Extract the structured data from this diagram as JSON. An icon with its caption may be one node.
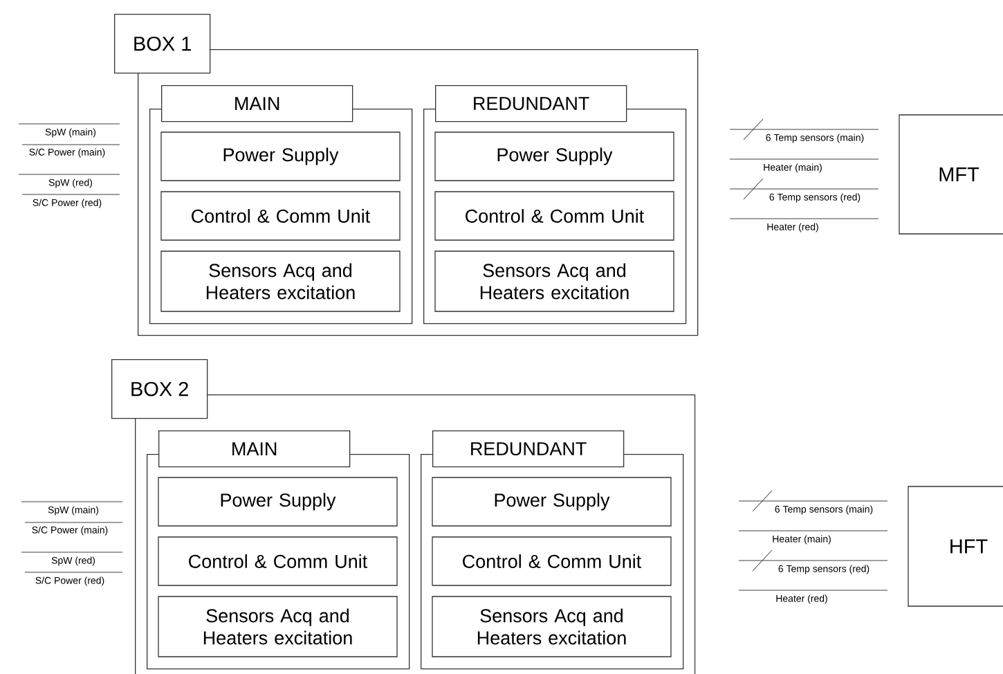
{
  "diagram": {
    "nodes": [
      {
        "text": [
          "BOX 1"
        ]
      },
      {
        "text": [
          "MAIN"
        ],
        "in": 0
      },
      {
        "text": [
          "Power Supply"
        ],
        "in": 1
      },
      {
        "text": [
          "Control & Comm Unit"
        ],
        "in": 1
      },
      {
        "text": [
          "Sensors Acq and Heaters excitation"
        ],
        "in": 1
      },
      {
        "text": [
          "REDUNDANT"
        ],
        "in": 0
      },
      {
        "text": [
          "Power Supply"
        ],
        "in": 5
      },
      {
        "text": [
          "Control & Comm Unit"
        ],
        "in": 5
      },
      {
        "text": [
          "Sensors Acq and Heaters excitation"
        ],
        "in": 5
      },
      {
        "text": [
          "MFT"
        ]
      },
      {
        "text": [
          "BOX 2"
        ]
      },
      {
        "text": [
          "MAIN"
        ],
        "in": 10
      },
      {
        "text": [
          "Power Supply"
        ],
        "in": 11
      },
      {
        "text": [
          "Control & Comm Unit"
        ],
        "in": 11
      },
      {
        "text": [
          "Sensors Acq and Heaters excitation"
        ],
        "in": 11
      },
      {
        "text": [
          "REDUNDANT"
        ],
        "in": 10
      },
      {
        "text": [
          "Power Supply"
        ],
        "in": 15
      },
      {
        "text": [
          "Control & Comm Unit"
        ],
        "in": 15
      },
      {
        "text": [
          "Sensors Acq and Heaters excitation"
        ],
        "in": 15
      },
      {
        "text": [
          "HFT"
        ]
      }
    ],
    "labels": [
      "SpW (main)",
      "S/C Power (main)",
      "SpW (red)",
      "S/C Power (red)",
      "6 Temp sensors (main)",
      "Heater (main)",
      "6 Temp sensors (red)",
      "Heater (red)",
      "SpW (main)",
      "S/C Power (main)",
      "SpW (red)",
      "S/C Power (red)",
      "6 Temp sensors (main)",
      "Heater (main)",
      "6 Temp sensors (red)",
      "Heater (red)"
    ]
  }
}
